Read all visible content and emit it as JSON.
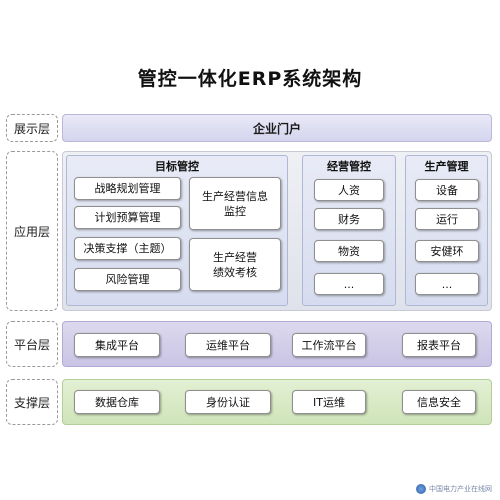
{
  "title": "管控一体化ERP系统架构",
  "layers": {
    "display": {
      "label": "展示层",
      "content": "企业门户"
    },
    "application": {
      "label": "应用层",
      "target_control": {
        "title": "目标管控",
        "items": [
          "战略规划管理",
          "计划预算管理",
          "决策支撑（主题）",
          "风险管理",
          "生产经营信息\n监控",
          "生产经营\n绩效考核"
        ]
      },
      "operation_control": {
        "title": "经营管控",
        "items": [
          "人资",
          "财务",
          "物资",
          "..."
        ]
      },
      "production_management": {
        "title": "生产管理",
        "items": [
          "设备",
          "运行",
          "安健环",
          "..."
        ]
      }
    },
    "platform": {
      "label": "平台层",
      "items": [
        "集成平台",
        "运维平台",
        "工作流平台",
        "报表平台"
      ]
    },
    "support": {
      "label": "支撑层",
      "items": [
        "数据仓库",
        "身份认证",
        "IT运维",
        "信息安全"
      ]
    }
  },
  "watermark": "中国电力产业在线网"
}
